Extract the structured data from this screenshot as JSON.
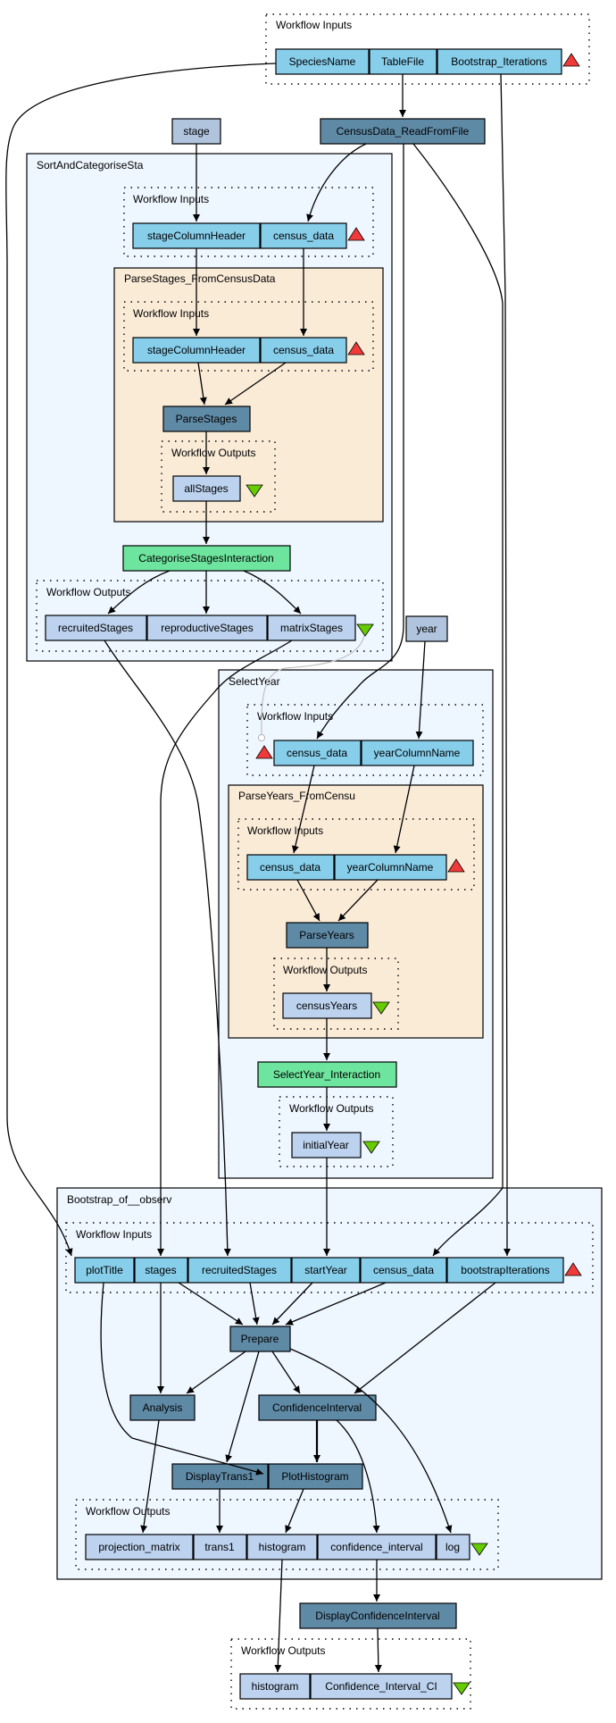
{
  "diagram": {
    "top_inputs": {
      "title": "Workflow Inputs",
      "ports": [
        "SpeciesName",
        "TableFile",
        "Bootstrap_Iterations"
      ]
    },
    "census_reader": "CensusData_ReadFromFile",
    "stage_const": "stage",
    "year_const": "year",
    "sort_and_categorise": {
      "title": "SortAndCategoriseSta",
      "inputs_title": "Workflow Inputs",
      "inputs": [
        "stageColumnHeader",
        "census_data"
      ],
      "parse_stages": {
        "title": "ParseStages_FromCensusData",
        "inputs_title": "Workflow Inputs",
        "inputs": [
          "stageColumnHeader",
          "census_data"
        ],
        "processor": "ParseStages",
        "outputs_title": "Workflow Outputs",
        "outputs": [
          "allStages"
        ]
      },
      "interaction": "CategoriseStagesInteraction",
      "outputs_title": "Workflow Outputs",
      "outputs": [
        "recruitedStages",
        "reproductiveStages",
        "matrixStages"
      ]
    },
    "select_year": {
      "title": "SelectYear",
      "inputs_title": "Workflow Inputs",
      "inputs": [
        "census_data",
        "yearColumnName"
      ],
      "parse_years": {
        "title": "ParseYears_FromCensu",
        "inputs_title": "Workflow Inputs",
        "inputs": [
          "census_data",
          "yearColumnName"
        ],
        "processor": "ParseYears",
        "outputs_title": "Workflow Outputs",
        "outputs": [
          "censusYears"
        ]
      },
      "interaction": "SelectYear_Interaction",
      "outputs_title": "Workflow Outputs",
      "outputs": [
        "initialYear"
      ]
    },
    "bootstrap": {
      "title": "Bootstrap_of__observ",
      "inputs_title": "Workflow Inputs",
      "inputs": [
        "plotTitle",
        "stages",
        "recruitedStages",
        "startYear",
        "census_data",
        "bootstrapIterations"
      ],
      "processors": {
        "prepare": "Prepare",
        "analysis": "Analysis",
        "confidence_interval": "ConfidenceInterval",
        "display_trans1": "DisplayTrans1",
        "plot_histogram": "PlotHistogram"
      },
      "outputs_title": "Workflow Outputs",
      "outputs": [
        "projection_matrix",
        "trans1",
        "histogram",
        "confidence_interval",
        "log"
      ]
    },
    "display_ci": "DisplayConfidenceInterval",
    "final_outputs": {
      "title": "Workflow Outputs",
      "outputs": [
        "histogram",
        "Confidence_Interval_CI"
      ]
    },
    "colors": {
      "processor": "#5f8aa6",
      "input_port": "#87ceeb",
      "output_port": "#bcd2ee",
      "constant": "#b0c4de",
      "interaction": "#6ee59e",
      "subworkflow_bg": "#eef6ff",
      "nested_bg": "#faebd7",
      "input_marker": "#f03a3a",
      "output_marker": "#66cc00"
    }
  }
}
